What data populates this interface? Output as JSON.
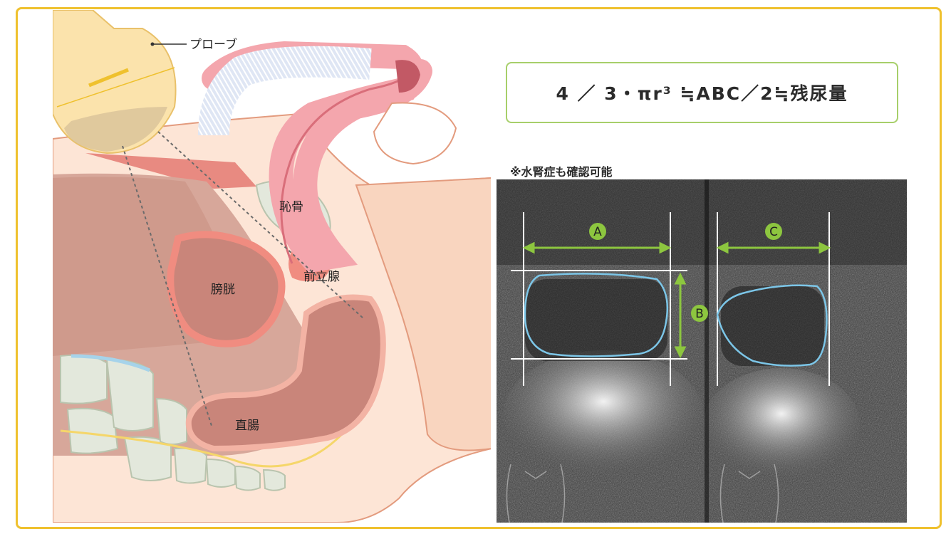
{
  "formula": "4 ／ 3・πr³ ≒ABC／2≒残尿量",
  "note": "※水腎症も確認可能",
  "labels": {
    "probe": "プローブ",
    "pubic_bone": "恥骨",
    "bladder": "膀胱",
    "prostate": "前立腺",
    "rectum": "直腸"
  },
  "markers": {
    "a": "A",
    "b": "B",
    "c": "C"
  },
  "colors": {
    "frame": "#efc12e",
    "formula_border": "#a7cf6a",
    "arrow_green": "#8dc63f",
    "outline_blue": "#7cc6e8"
  }
}
